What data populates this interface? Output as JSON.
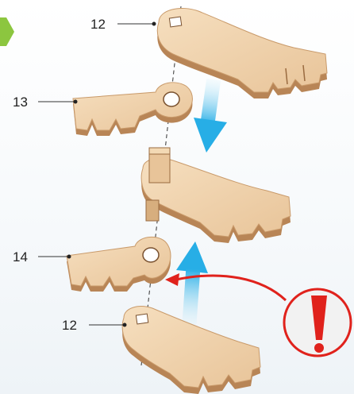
{
  "labels": {
    "part_top": "12",
    "part_13": "13",
    "part_14": "14",
    "part_bottom": "12"
  },
  "colors": {
    "wood_top": "#f1d3ad",
    "wood_edge": "#b88556",
    "wood_dark": "#7a5230",
    "arrow_blue": "#39b6ea",
    "arrow_red": "#e0221c",
    "warning_bg": "#eeeeee",
    "green_tab": "#8cc63f"
  },
  "icons": {
    "step_tab": "green-chevron-icon",
    "down_arrow": "blue-down-arrow-icon",
    "up_arrow": "blue-up-arrow-icon",
    "warning": "exclamation-warning-icon"
  }
}
